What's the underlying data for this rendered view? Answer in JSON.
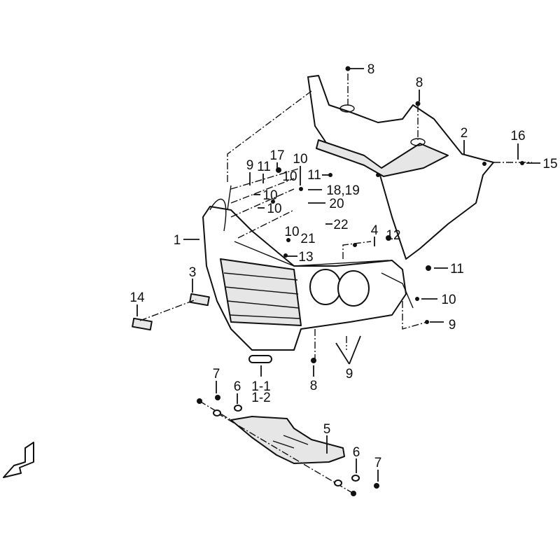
{
  "diagram": {
    "title": "Front fender / front bumper exploded parts diagram",
    "callouts": [
      {
        "id": "c8a",
        "text": "8"
      },
      {
        "id": "c8b",
        "text": "8"
      },
      {
        "id": "c2",
        "text": "2"
      },
      {
        "id": "c16",
        "text": "16"
      },
      {
        "id": "c15",
        "text": "15"
      },
      {
        "id": "c17",
        "text": "17"
      },
      {
        "id": "c9a",
        "text": "9"
      },
      {
        "id": "c11a",
        "text": "11"
      },
      {
        "id": "c10a",
        "text": "10"
      },
      {
        "id": "c10b",
        "text": "10"
      },
      {
        "id": "c11b",
        "text": "11"
      },
      {
        "id": "c1819",
        "text": "18,19"
      },
      {
        "id": "c10c",
        "text": "10"
      },
      {
        "id": "c20",
        "text": "20"
      },
      {
        "id": "c10d",
        "text": "10"
      },
      {
        "id": "c22",
        "text": "22"
      },
      {
        "id": "c1",
        "text": "1"
      },
      {
        "id": "c10e",
        "text": "10"
      },
      {
        "id": "c21",
        "text": "21"
      },
      {
        "id": "c4",
        "text": "4"
      },
      {
        "id": "c12",
        "text": "12"
      },
      {
        "id": "c13",
        "text": "13"
      },
      {
        "id": "c3",
        "text": "3"
      },
      {
        "id": "c11c",
        "text": "11"
      },
      {
        "id": "c14",
        "text": "14"
      },
      {
        "id": "c10f",
        "text": "10"
      },
      {
        "id": "c9b",
        "text": "9"
      },
      {
        "id": "c11_1",
        "text": "1-1"
      },
      {
        "id": "c11_2",
        "text": "1-2"
      },
      {
        "id": "c8c",
        "text": "8"
      },
      {
        "id": "c9c",
        "text": "9"
      },
      {
        "id": "c7a",
        "text": "7"
      },
      {
        "id": "c6a",
        "text": "6"
      },
      {
        "id": "c5",
        "text": "5"
      },
      {
        "id": "c6b",
        "text": "6"
      },
      {
        "id": "c7b",
        "text": "7"
      }
    ]
  }
}
